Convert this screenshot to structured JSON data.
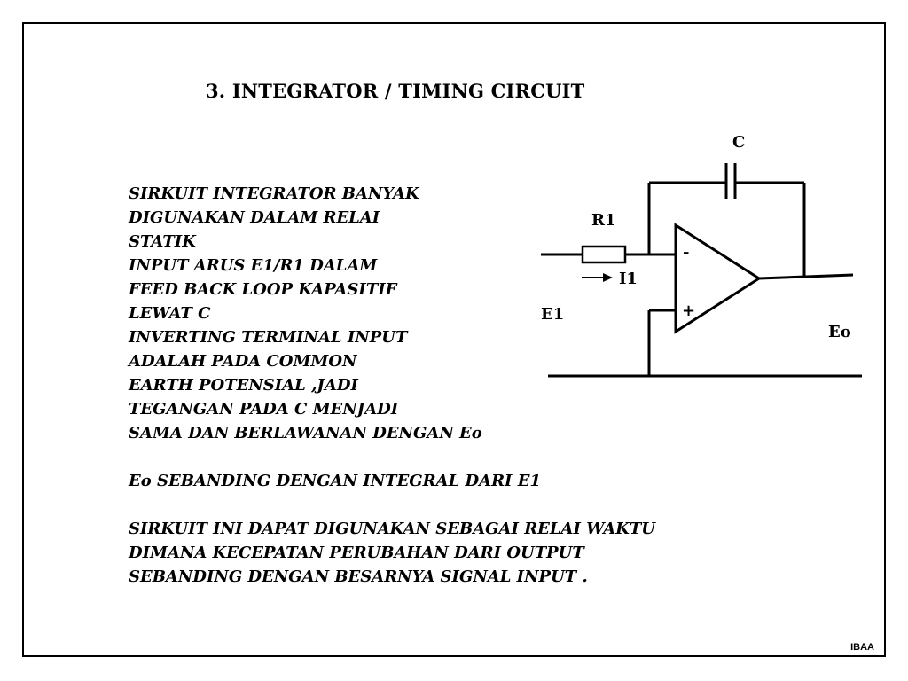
{
  "title": "3.  INTEGRATOR / TIMING  CIRCUIT",
  "paragraph1": [
    "SIRKUIT  INTEGRATOR  BANYAK",
    "DIGUNAKAN  DALAM  RELAI",
    "STATIK",
    "INPUT  ARUS  E1/R1  DALAM",
    "FEED BACK LOOP KAPASITIF",
    "LEWAT  C",
    "INVERTING  TERMINAL  INPUT",
    "ADALAH  PADA  COMMON",
    "EARTH  POTENSIAL ,JADI",
    "TEGANGAN  PADA C MENJADI",
    "SAMA  DAN  BERLAWANAN  DENGAN  Eo"
  ],
  "paragraph2": "Eo  SEBANDING  DENGAN  INTEGRAL  DARI  E1",
  "paragraph3": [
    "SIRKUIT  INI  DAPAT  DIGUNAKAN  SEBAGAI  RELAI  WAKTU",
    "DIMANA  KECEPATAN  PERUBAHAN  DARI  OUTPUT",
    "SEBANDING  DENGAN  BESARNYA SIGNAL  INPUT ."
  ],
  "circuit": {
    "capacitor_label": "C",
    "resistor_label": "R1",
    "current_label": "I1",
    "input_label": "E1",
    "output_label": "Eo",
    "minus_sign": "-",
    "plus_sign": "+"
  },
  "footer": "IBAA"
}
